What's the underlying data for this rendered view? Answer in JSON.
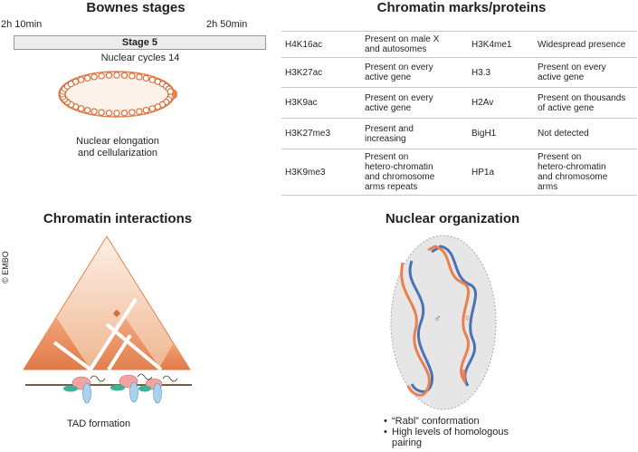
{
  "bownes": {
    "title": "Bownes stages",
    "time_start": "2h 10min",
    "time_end": "2h 50min",
    "stage_label": "Stage 5",
    "nuclear_cycles": "Nuclear cycles 14",
    "caption_line1": "Nuclear elongation",
    "caption_line2": "and cellularization"
  },
  "marks": {
    "title": "Chromatin marks/proteins",
    "rows": [
      {
        "mark1": "H4K16ac",
        "desc1": [
          "Present on male X",
          "and autosomes"
        ],
        "mark2": "H3K4me1",
        "desc2": [
          "Widespread presence"
        ]
      },
      {
        "mark1": "H3K27ac",
        "desc1": [
          "Present on every",
          "active gene"
        ],
        "mark2": "H3.3",
        "desc2": [
          "Present on every",
          "active gene"
        ]
      },
      {
        "mark1": "H3K9ac",
        "desc1": [
          "Present on every",
          "active gene"
        ],
        "mark2": "H2Av",
        "desc2": [
          "Present on thousands",
          "of active gene"
        ]
      },
      {
        "mark1": "H3K27me3",
        "desc1": [
          "Present and",
          "increasing"
        ],
        "mark2": "BigH1",
        "desc2": [
          "Not detected"
        ]
      },
      {
        "mark1": "H3K9me3",
        "desc1": [
          "Present on",
          "hetero-chromatin",
          "and chromosome",
          "arms repeats"
        ],
        "mark2": "HP1a",
        "desc2": [
          "Present on",
          "hetero-chromatin",
          "and chromosome",
          "arms"
        ]
      }
    ]
  },
  "interactions": {
    "title": "Chromatin interactions",
    "caption": "TAD formation"
  },
  "organization": {
    "title": "Nuclear organization",
    "male_symbol": "♂",
    "female_symbol": "♀",
    "notes": [
      "“Rabl” conformation",
      "High levels of homologous",
      "pairing"
    ]
  },
  "credit": "© EMBO",
  "colors": {
    "orange": "#e8804f",
    "orange_light": "#f6d7c2",
    "blue": "#4a72b4",
    "nucleus_gray": "#e6e6e6",
    "cyan": "#a8d2ef",
    "teal": "#3fb39a",
    "pink": "#f3a3a0"
  }
}
